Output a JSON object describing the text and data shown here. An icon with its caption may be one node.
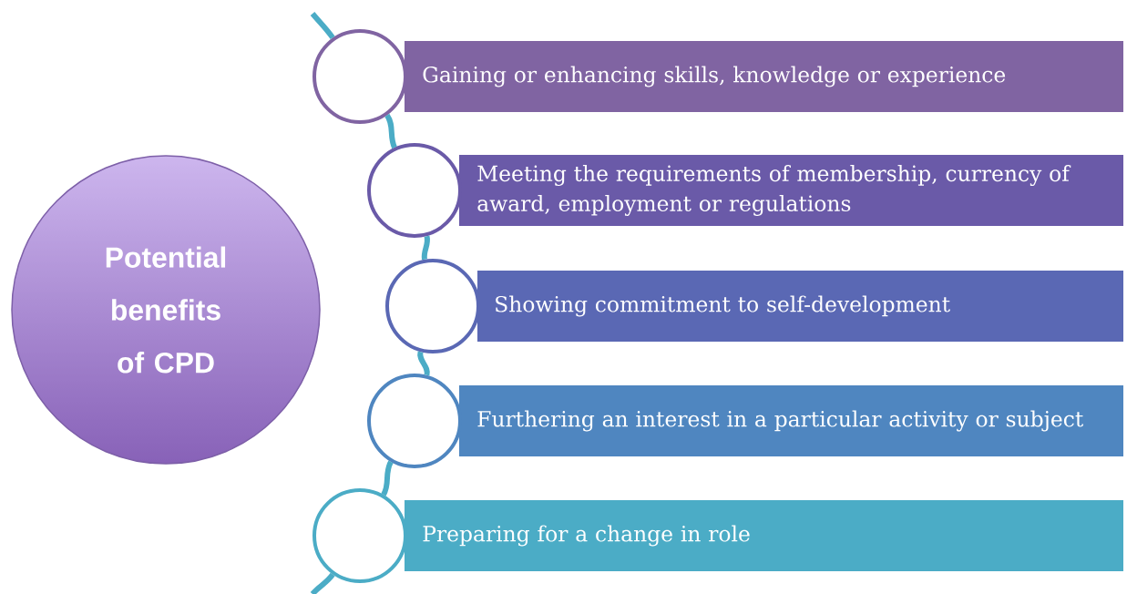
{
  "diagram": {
    "nodes": [
      {
        "text": [
          "Potential benefits of CPD"
        ]
      },
      {
        "text": [
          "Gaining or enhancing skills, knowledge or experience"
        ]
      },
      {
        "text": [
          "Meeting the requirements of membership, currency of award, employment or regulations"
        ]
      },
      {
        "text": [
          "Showing commitment to self-development"
        ]
      },
      {
        "text": [
          "Furthering an interest in a particular activity or subject"
        ]
      },
      {
        "text": [
          "Preparing for a change in role"
        ]
      },
      {
        "text": [],
        "shape": "circle"
      },
      {
        "text": [],
        "shape": "circle"
      },
      {
        "text": [],
        "shape": "circle"
      },
      {
        "text": [],
        "shape": "circle"
      },
      {
        "text": [],
        "shape": "circle"
      }
    ],
    "edges": [
      {
        "from": 6,
        "to": 7,
        "arrow": "none"
      },
      {
        "from": 7,
        "to": 8,
        "arrow": "none"
      },
      {
        "from": 8,
        "to": 9,
        "arrow": "none"
      },
      {
        "from": 9,
        "to": 10,
        "arrow": "none"
      }
    ]
  }
}
